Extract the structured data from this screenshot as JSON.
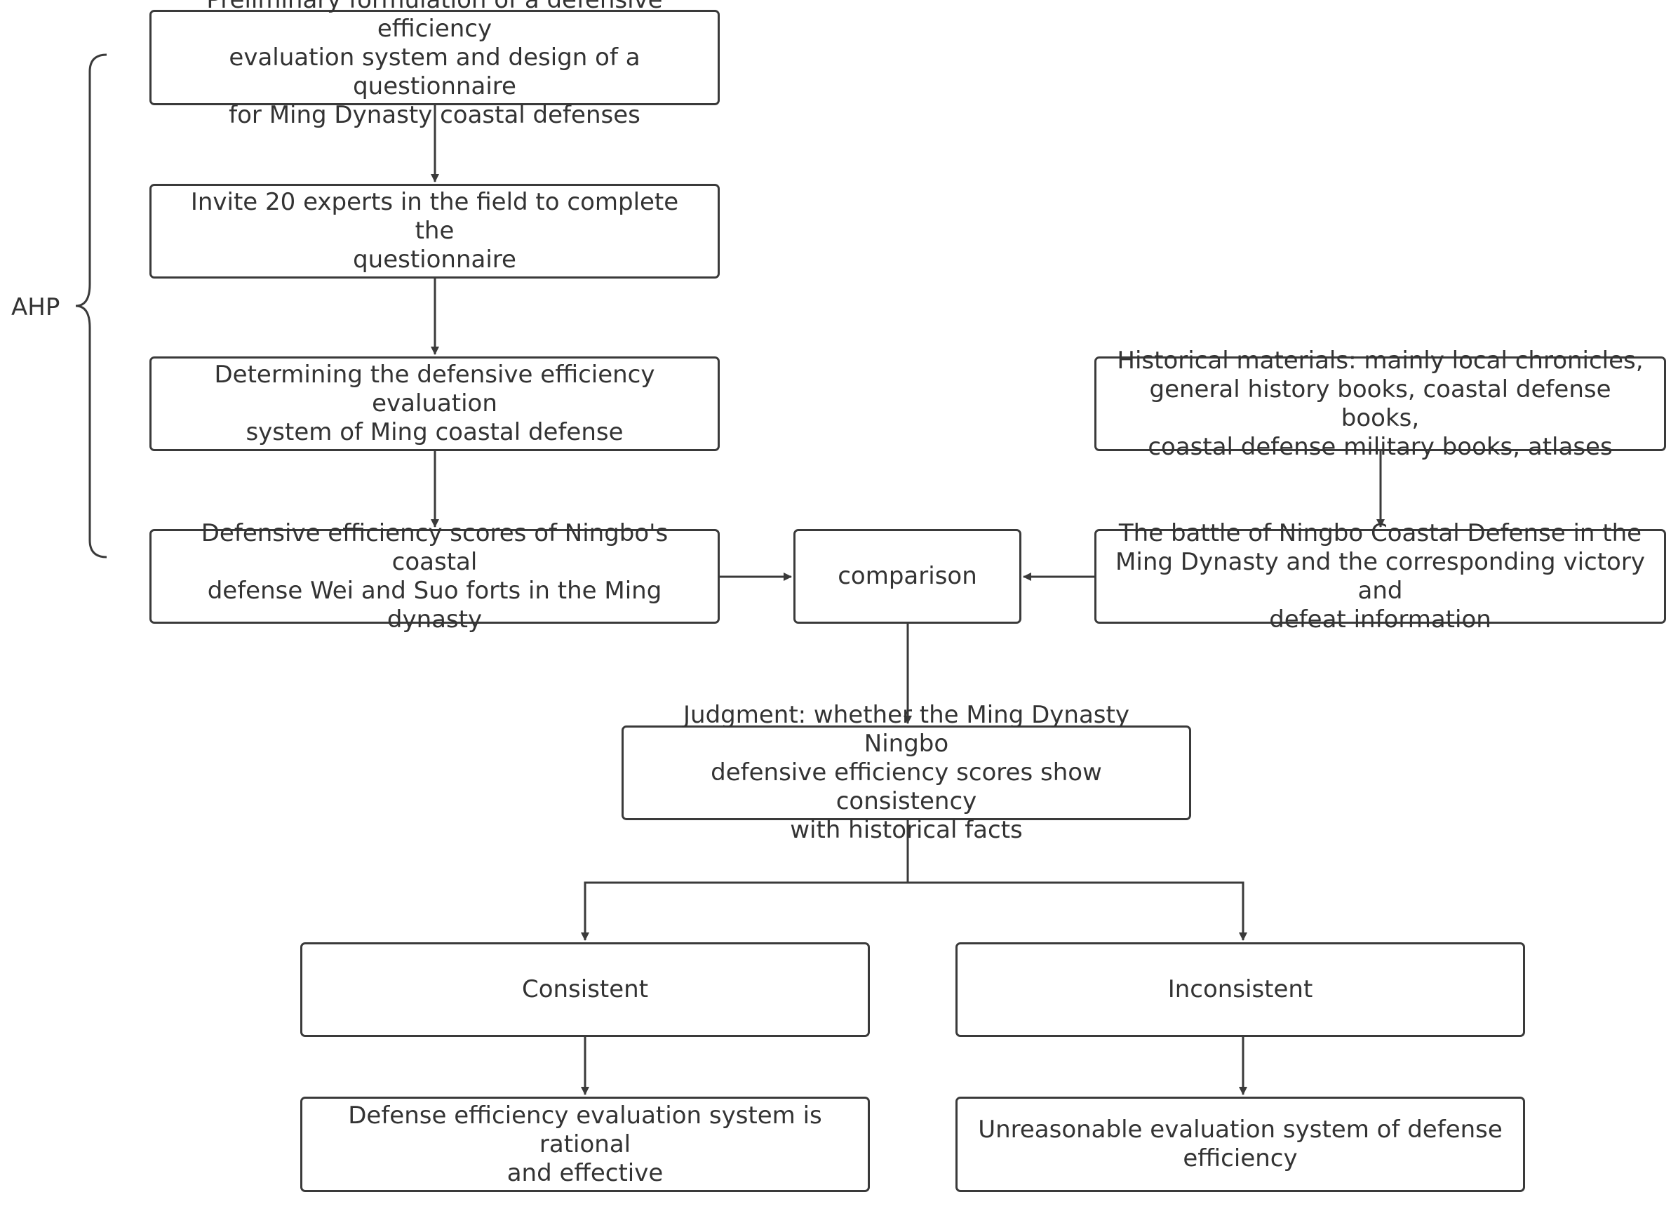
{
  "side_label": "AHP",
  "nodes": {
    "formulation": {
      "lines": [
        "Preliminary formulation of a defensive efficiency",
        "evaluation system and design of a questionnaire",
        "for Ming Dynasty coastal defenses"
      ]
    },
    "invite_experts": {
      "lines": [
        "Invite 20 experts in the field to complete the",
        "questionnaire"
      ]
    },
    "determine_system": {
      "lines": [
        "Determining the defensive efficiency evaluation",
        "system of Ming coastal defense"
      ]
    },
    "scores": {
      "lines": [
        "Defensive efficiency scores of Ningbo's coastal",
        "defense Wei and Suo forts in the Ming dynasty"
      ]
    },
    "comparison": {
      "lines": [
        "comparison"
      ]
    },
    "historical_materials": {
      "lines": [
        "Historical materials: mainly local chronicles,",
        "general history books, coastal defense books,",
        "coastal defense military books, atlases"
      ]
    },
    "battle_info": {
      "lines": [
        "The battle of Ningbo Coastal Defense in the",
        "Ming Dynasty and the corresponding victory and",
        "defeat information"
      ]
    },
    "judgment": {
      "lines": [
        "Judgment: whether the Ming Dynasty Ningbo",
        "defensive efficiency scores show consistency",
        "with historical facts"
      ]
    },
    "consistent": {
      "lines": [
        "Consistent"
      ]
    },
    "inconsistent": {
      "lines": [
        "Inconsistent"
      ]
    },
    "rational": {
      "lines": [
        "Defense efficiency evaluation system is rational",
        "and effective"
      ]
    },
    "unreasonable": {
      "lines": [
        "Unreasonable evaluation system of defense",
        "efficiency"
      ]
    }
  }
}
